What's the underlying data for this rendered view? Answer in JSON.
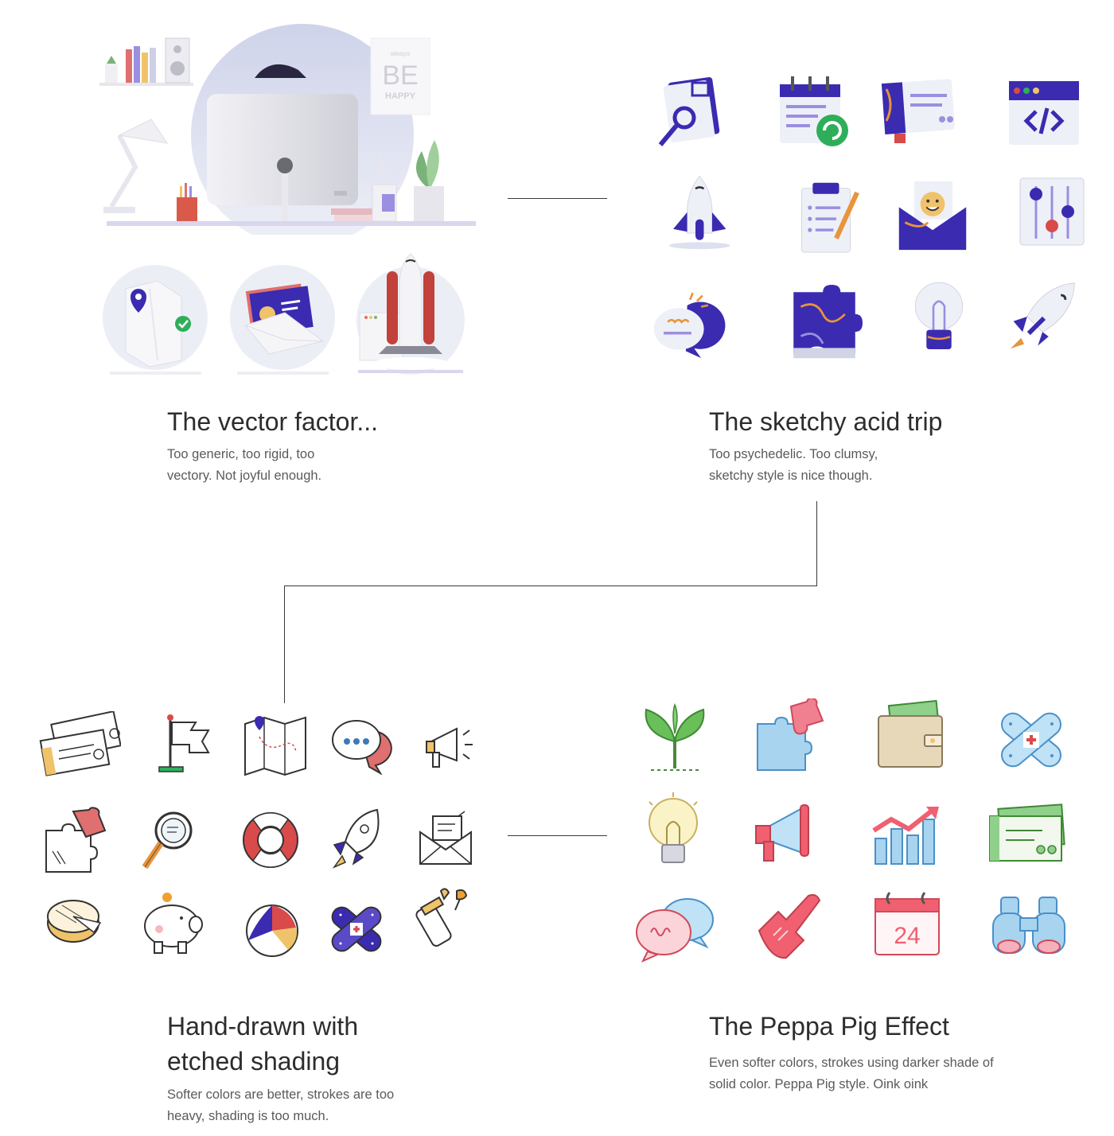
{
  "sections": {
    "vector": {
      "title": "The vector factor...",
      "desc_line1": "Too generic, too rigid, too",
      "desc_line2": "vectory. Not joyful enough.",
      "poster_line1": "always",
      "poster_line2": "BE",
      "poster_line3": "HAPPY"
    },
    "sketchy": {
      "title": "The sketchy acid trip",
      "desc_line1": "Too psychedelic. Too clumsy,",
      "desc_line2": "sketchy style is nice though."
    },
    "handdrawn": {
      "title_line1": "Hand-drawn with",
      "title_line2": "etched shading",
      "desc_line1": "Softer colors are better, strokes are too",
      "desc_line2": "heavy, shading is too much."
    },
    "peppa": {
      "title": "The Peppa Pig Effect",
      "desc_line1": "Even softer colors, strokes using darker shade of",
      "desc_line2": "solid color. Peppa Pig style. Oink oink",
      "calendar_number": "24"
    }
  },
  "colors": {
    "purple": "#3a2bb0",
    "lavender": "#9a8fe0",
    "orange": "#e8943a",
    "green": "#2fae5a",
    "red": "#d94a4a",
    "line": "#3a3a3a"
  },
  "icons": {
    "sketchy": [
      "document-search-icon",
      "calendar-refresh-icon",
      "ticket-card-icon",
      "code-window-icon",
      "rocket-launch-icon",
      "clipboard-pencil-icon",
      "envelope-smiley-icon",
      "sliders-icon",
      "chat-bubbles-icon",
      "puzzle-piece-icon",
      "lightbulb-icon",
      "rocket-flying-icon"
    ],
    "handdrawn": [
      "tickets-icon",
      "flag-icon",
      "map-pin-icon",
      "chat-icon",
      "megaphone-icon",
      "puzzle-icon",
      "magnifier-icon",
      "lifebuoy-icon",
      "rocket-icon",
      "envelope-icon",
      "pie-icon",
      "piggy-bank-icon",
      "beach-ball-icon",
      "bandage-icon",
      "baby-bottle-icon"
    ],
    "peppa": [
      "sprout-icon",
      "puzzle-icon",
      "wallet-icon",
      "bandage-icon",
      "lightbulb-icon",
      "megaphone-icon",
      "growth-chart-icon",
      "card-icon",
      "chat-bubbles-icon",
      "foam-finger-icon",
      "calendar-icon",
      "binoculars-icon"
    ]
  }
}
